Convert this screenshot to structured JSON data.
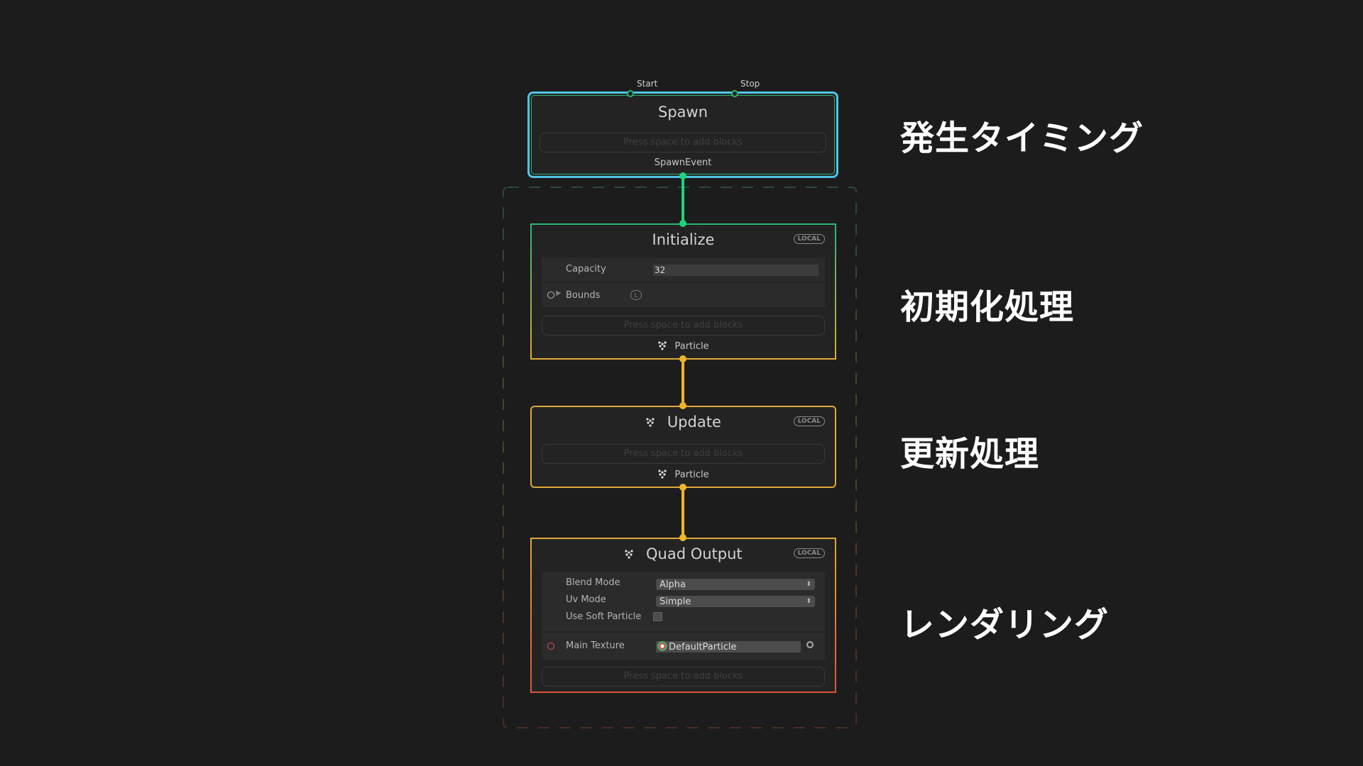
{
  "spawn": {
    "title": "Spawn",
    "start_label": "Start",
    "stop_label": "Stop",
    "placeholder": "Press space to add blocks",
    "output_label": "SpawnEvent"
  },
  "initialize": {
    "title": "Initialize",
    "badge": "LOCAL",
    "capacity_label": "Capacity",
    "capacity_value": "32",
    "bounds_label": "Bounds",
    "bounds_badge": "L",
    "placeholder": "Press space to add blocks",
    "output_label": "Particle"
  },
  "update": {
    "title": "Update",
    "badge": "LOCAL",
    "placeholder": "Press space to add blocks",
    "output_label": "Particle"
  },
  "quad_output": {
    "title": "Quad Output",
    "badge": "LOCAL",
    "blend_mode_label": "Blend Mode",
    "blend_mode_value": "Alpha",
    "uv_mode_label": "Uv Mode",
    "uv_mode_value": "Simple",
    "soft_particle_label": "Use Soft Particle",
    "main_texture_label": "Main Texture",
    "main_texture_value": "DefaultParticle",
    "placeholder": "Press space to add blocks"
  },
  "annotations": {
    "spawn": "発生タイミング",
    "initialize": "初期化処理",
    "update": "更新処理",
    "output": "レンダリング"
  },
  "colors": {
    "background": "#1c1c1c",
    "spawn_border": "#4fc3e8",
    "spawn_inner": "#2bb673",
    "spawn_flow": "#1fd37a",
    "particle_flow": "#f0b429",
    "output_border_bottom": "#d9573b"
  }
}
